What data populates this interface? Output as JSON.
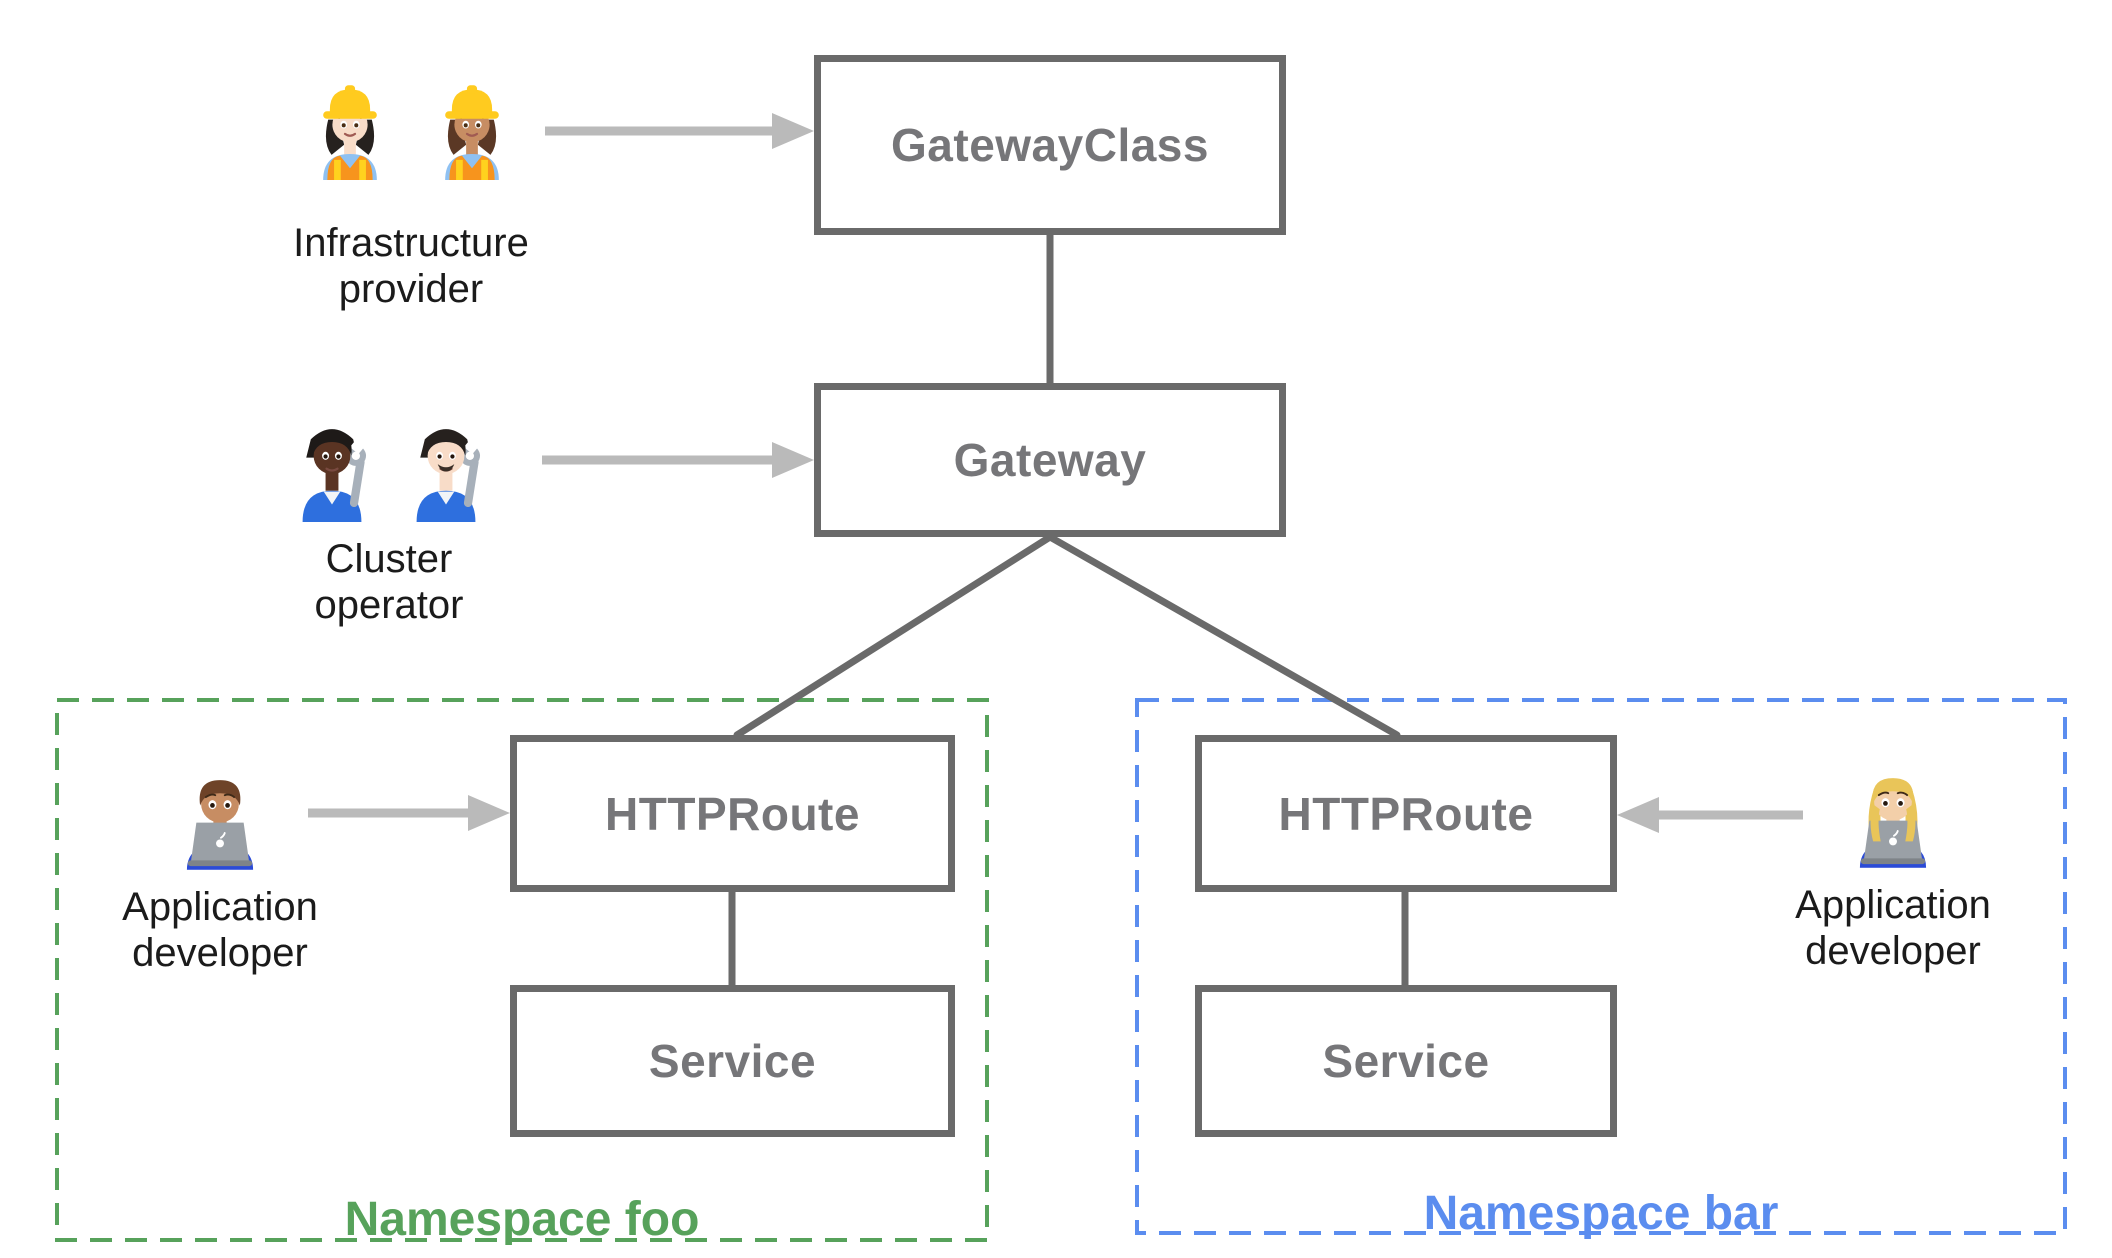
{
  "nodes": {
    "gateway_class": {
      "label": "GatewayClass"
    },
    "gateway": {
      "label": "Gateway"
    },
    "httproute_foo": {
      "label": "HTTPRoute"
    },
    "service_foo": {
      "label": "Service"
    },
    "httproute_bar": {
      "label": "HTTPRoute"
    },
    "service_bar": {
      "label": "Service"
    }
  },
  "namespaces": {
    "foo": {
      "label": "Namespace foo",
      "color": "#57A25B"
    },
    "bar": {
      "label": "Namespace bar",
      "color": "#5B8DEF"
    }
  },
  "personas": {
    "infrastructure_provider": {
      "label": "Infrastructure\nprovider",
      "icons": [
        "woman-construction-worker-light-skin-icon",
        "woman-construction-worker-medium-skin-icon"
      ]
    },
    "cluster_operator": {
      "label": "Cluster\noperator",
      "icons": [
        "mechanic-dark-skin-icon",
        "man-mechanic-light-skin-icon"
      ]
    },
    "application_developer_foo": {
      "label": "Application\ndeveloper",
      "icons": [
        "man-technologist-icon"
      ]
    },
    "application_developer_bar": {
      "label": "Application\ndeveloper",
      "icons": [
        "woman-technologist-icon"
      ]
    }
  },
  "colors": {
    "node_border": "#6A6A6A",
    "node_label": "#767679",
    "connector": "#6A6A6A",
    "arrow": "#BABABA",
    "persona_label": "#1B1B1B",
    "namespace_foo": "#57A25B",
    "namespace_bar": "#5B8DEF",
    "background": "#FFFFFF"
  }
}
